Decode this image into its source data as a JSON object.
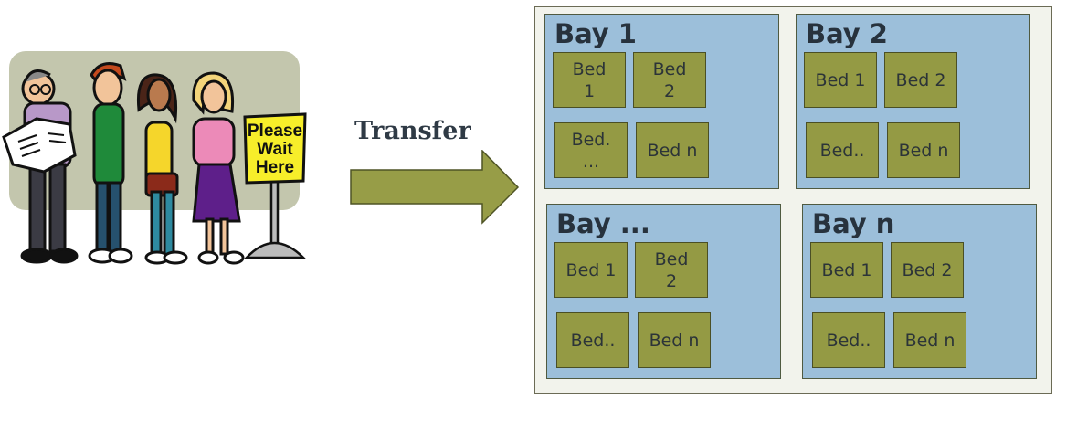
{
  "transfer": {
    "label": "Transfer"
  },
  "queue": {
    "sign_lines": [
      "Please",
      "Wait",
      "Here"
    ]
  },
  "colors": {
    "bay_fill": "#9cbfda",
    "bed_fill": "#949a44",
    "arrow_fill": "#979d47",
    "ward_fill": "#f2f3ec"
  },
  "bays": [
    {
      "title": "Bay 1",
      "beds": [
        [
          "Bed",
          "1"
        ],
        [
          "Bed",
          "2"
        ],
        [
          "Bed.",
          "..."
        ],
        [
          "Bed n"
        ]
      ]
    },
    {
      "title": "Bay 2",
      "beds": [
        [
          "Bed 1"
        ],
        [
          "Bed 2"
        ],
        [
          "Bed.."
        ],
        [
          "Bed n"
        ]
      ]
    },
    {
      "title": "Bay ...",
      "beds": [
        [
          "Bed 1"
        ],
        [
          "Bed",
          "2"
        ],
        [
          "Bed.."
        ],
        [
          "Bed n"
        ]
      ]
    },
    {
      "title": "Bay n",
      "beds": [
        [
          "Bed 1"
        ],
        [
          "Bed 2"
        ],
        [
          "Bed.."
        ],
        [
          "Bed n"
        ]
      ]
    }
  ]
}
